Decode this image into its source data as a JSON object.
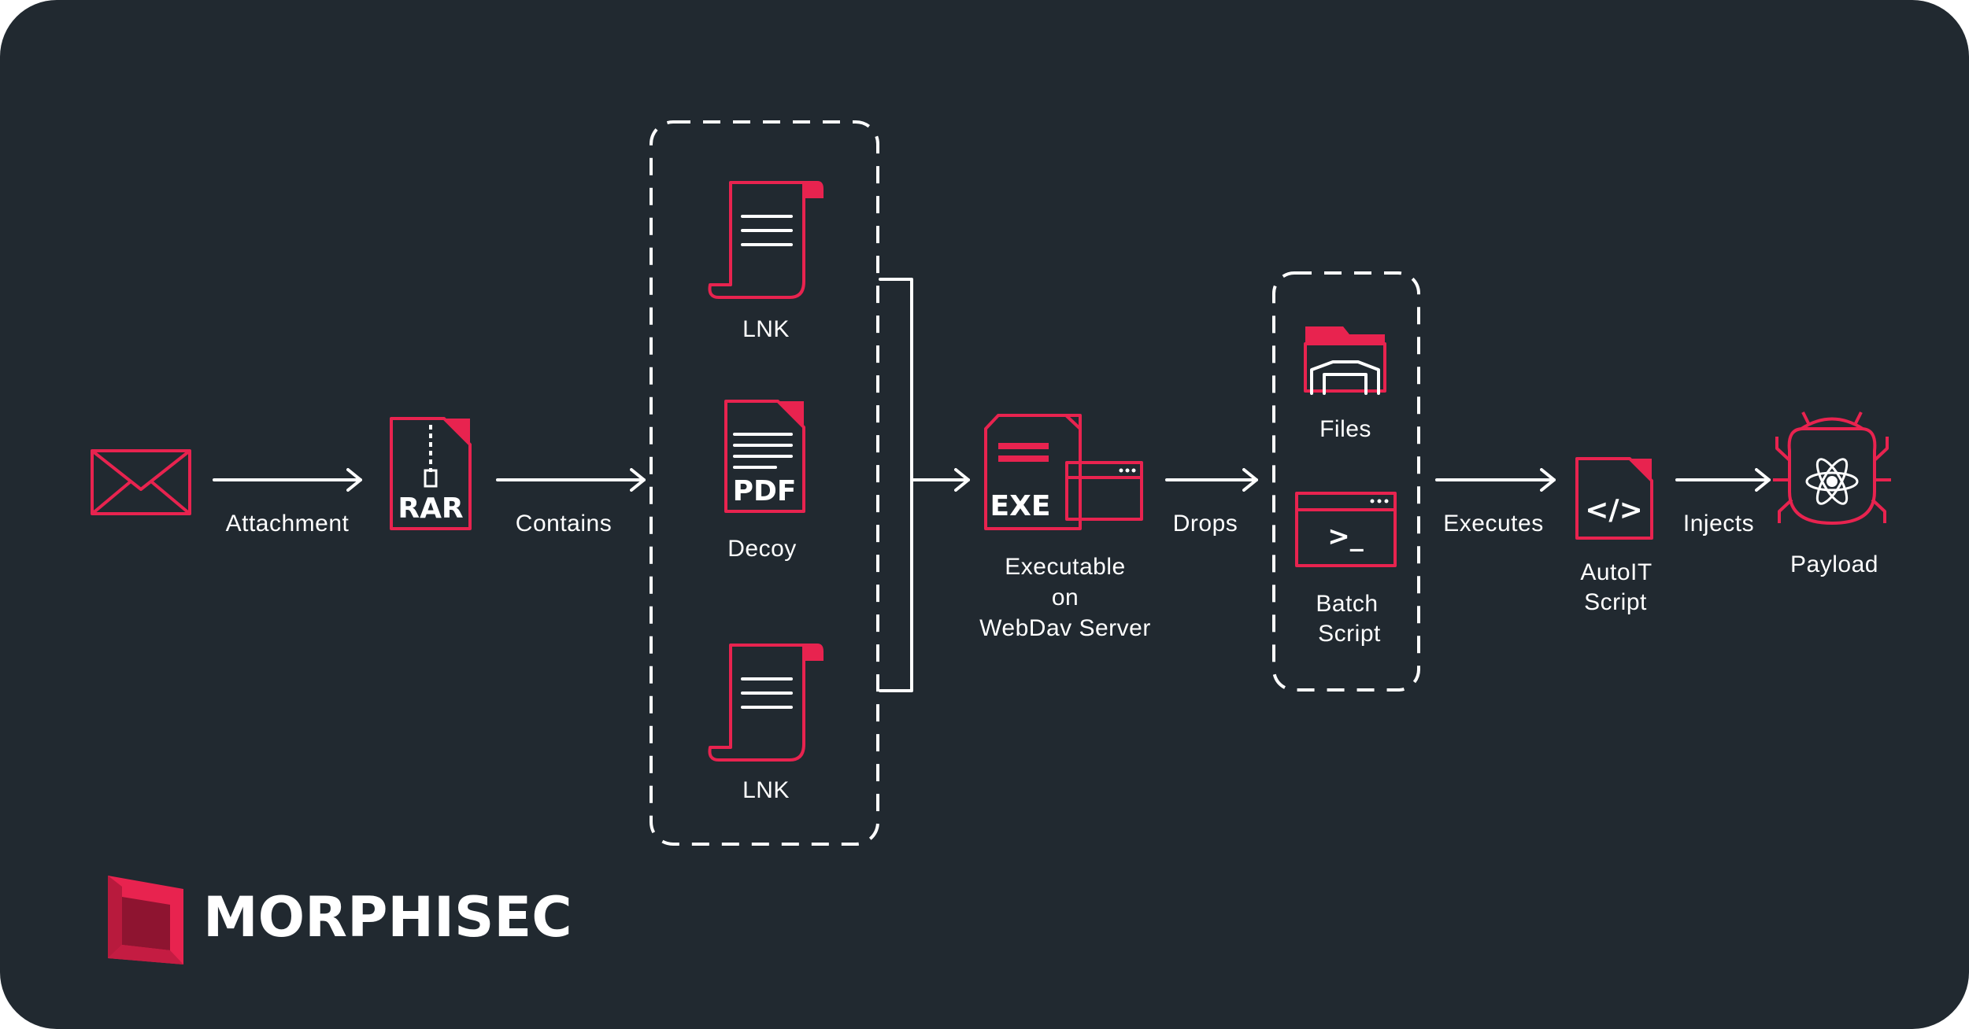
{
  "nodes": {
    "email": {
      "icon": "envelope-icon"
    },
    "rar": {
      "icon_text": "RAR"
    },
    "lnk_top": {
      "label": "LNK"
    },
    "decoy": {
      "icon_text": "PDF",
      "label": "Decoy"
    },
    "lnk_bottom": {
      "label": "LNK"
    },
    "exe": {
      "icon_text": "EXE",
      "label_lines": [
        "Executable",
        "on",
        "WebDav Server"
      ]
    },
    "files": {
      "label": "Files"
    },
    "batch": {
      "icon_text": ">_",
      "label_lines": [
        "Batch",
        "Script"
      ]
    },
    "autoit": {
      "icon_text": "</>",
      "label_lines": [
        "AutoIT",
        "Script"
      ]
    },
    "payload": {
      "label": "Payload"
    }
  },
  "edges": [
    {
      "label": "Attachment"
    },
    {
      "label": "Contains"
    },
    {
      "label": "Drops"
    },
    {
      "label": "Executes"
    },
    {
      "label": "Injects"
    }
  ],
  "brand": {
    "name": "MORPHISEC"
  },
  "colors": {
    "background": "#212930",
    "accent": "#e8234f",
    "line": "#ffffff"
  }
}
